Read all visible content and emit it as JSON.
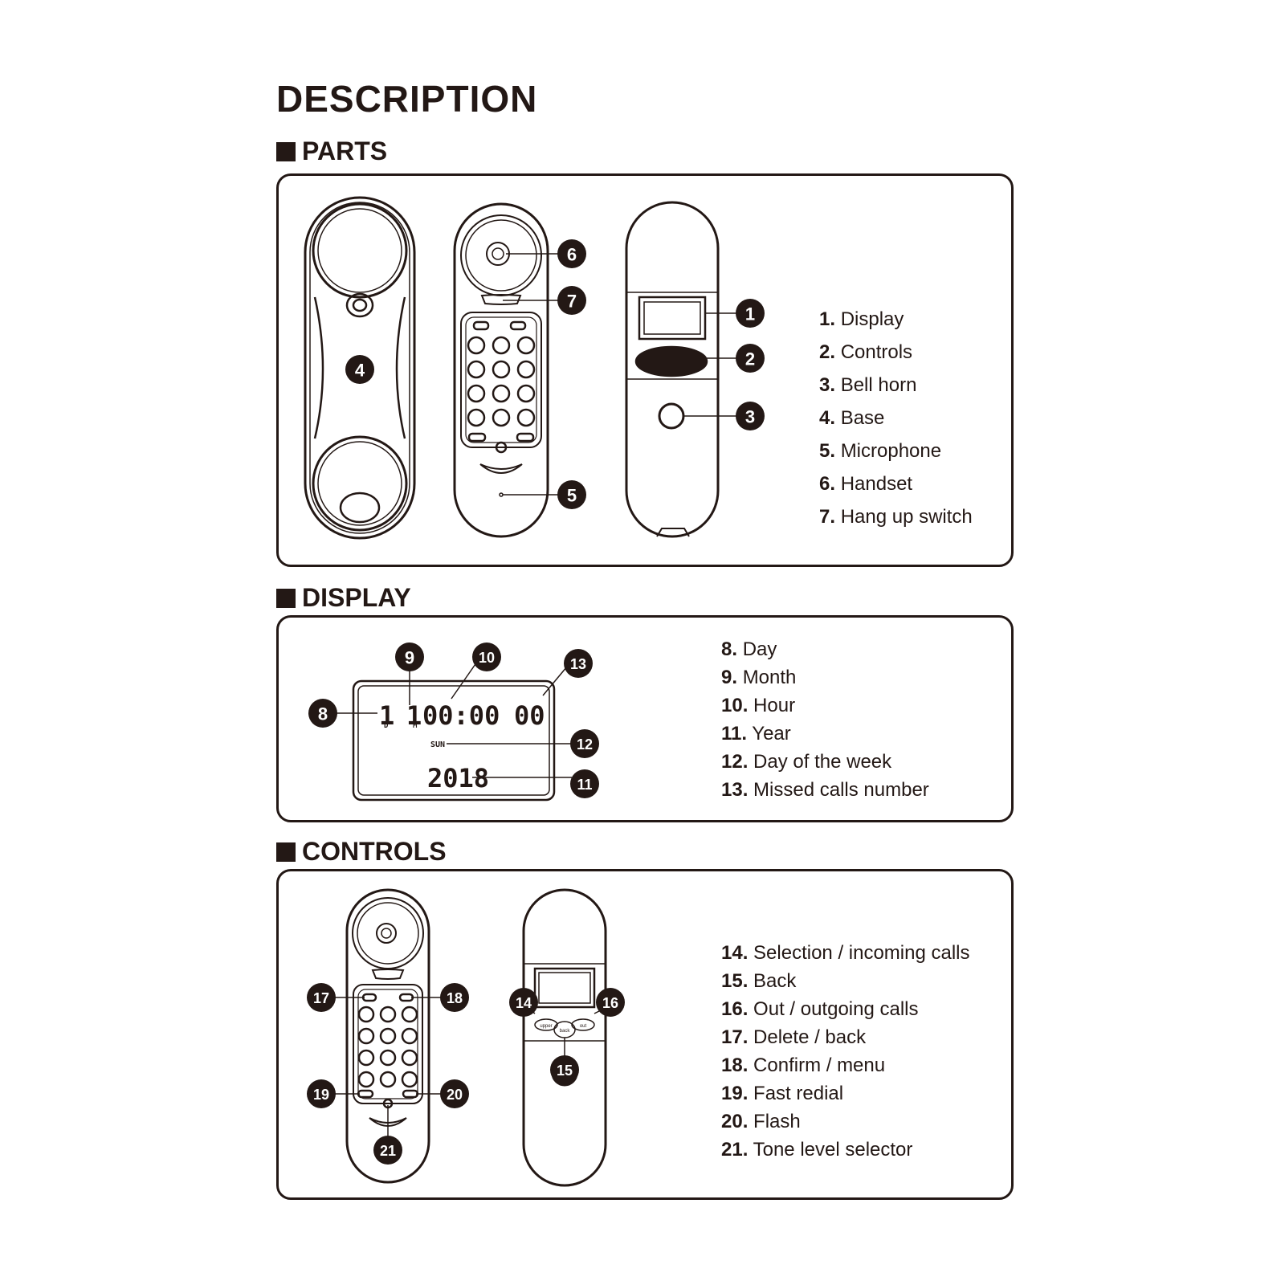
{
  "title": "DESCRIPTION",
  "sections": {
    "parts": {
      "heading": "PARTS",
      "items": [
        {
          "num": "1.",
          "label": "Display"
        },
        {
          "num": "2.",
          "label": "Controls"
        },
        {
          "num": "3.",
          "label": "Bell horn"
        },
        {
          "num": "4.",
          "label": "Base"
        },
        {
          "num": "5.",
          "label": "Microphone"
        },
        {
          "num": "6.",
          "label": "Handset"
        },
        {
          "num": "7.",
          "label": "Hang up switch"
        }
      ]
    },
    "display": {
      "heading": "DISPLAY",
      "items": [
        {
          "num": "8.",
          "label": "Day"
        },
        {
          "num": "9.",
          "label": "Month"
        },
        {
          "num": "10.",
          "label": "Hour"
        },
        {
          "num": "11.",
          "label": "Year"
        },
        {
          "num": "12.",
          "label": "Day of the week"
        },
        {
          "num": "13.",
          "label": "Missed calls number"
        }
      ],
      "lcd": {
        "day": "1",
        "day_unit": "D",
        "month": "1",
        "month_unit": "M",
        "time": "00:00",
        "missed": "00",
        "weekday": "SUN",
        "year": "2018"
      }
    },
    "controls": {
      "heading": "CONTROLS",
      "items": [
        {
          "num": "14.",
          "label": "Selection / incoming calls"
        },
        {
          "num": "15.",
          "label": "Back"
        },
        {
          "num": "16.",
          "label": "Out / outgoing calls"
        },
        {
          "num": "17.",
          "label": "Delete / back"
        },
        {
          "num": "18.",
          "label": "Confirm / menu"
        },
        {
          "num": "19.",
          "label": "Fast redial"
        },
        {
          "num": "20.",
          "label": "Flash"
        },
        {
          "num": "21.",
          "label": "Tone level selector"
        }
      ],
      "button_labels": {
        "left": "upper",
        "center": "back",
        "right": "out"
      }
    }
  },
  "callouts": [
    "1",
    "2",
    "3",
    "4",
    "5",
    "6",
    "7",
    "8",
    "9",
    "10",
    "11",
    "12",
    "13",
    "14",
    "15",
    "16",
    "17",
    "18",
    "19",
    "20",
    "21"
  ],
  "colors": {
    "ink": "#231815",
    "paper": "#ffffff"
  }
}
